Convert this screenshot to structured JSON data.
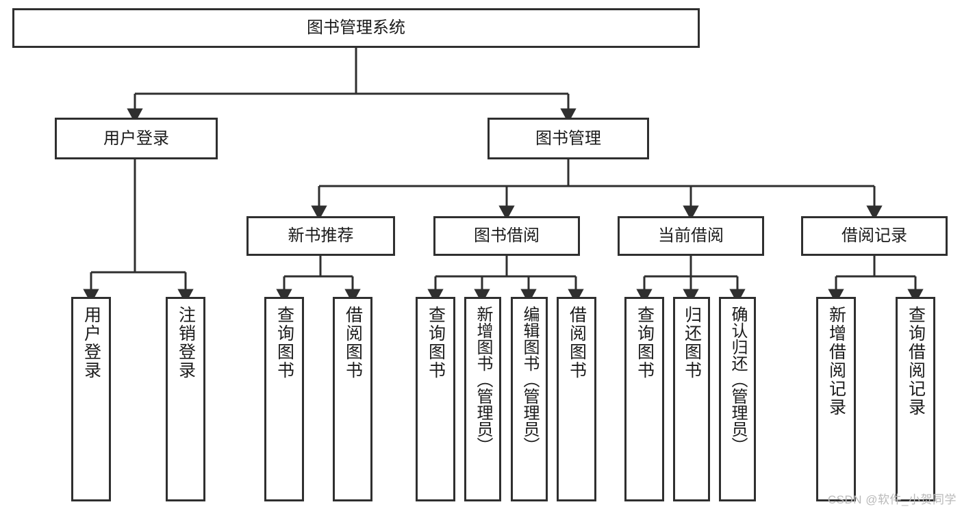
{
  "diagram": {
    "type": "tree",
    "title": "图书管理系统",
    "style": {
      "box_border_color": "#2f2f2f",
      "box_fill_color": "#ffffff",
      "line_color": "#2f2f2f",
      "text_color": "#1b1b1b",
      "background": "#ffffff"
    },
    "root": {
      "label": "图书管理系统"
    },
    "level1": [
      {
        "label": "用户登录"
      },
      {
        "label": "图书管理"
      }
    ],
    "level2": [
      {
        "label": "新书推荐"
      },
      {
        "label": "图书借阅"
      },
      {
        "label": "当前借阅"
      },
      {
        "label": "借阅记录"
      }
    ],
    "leaves": {
      "user_login": [
        {
          "label": "用户登录"
        },
        {
          "label": "注销登录"
        }
      ],
      "new_book_recommend": [
        {
          "label": "查询图书"
        },
        {
          "label": "借阅图书"
        }
      ],
      "book_borrow": [
        {
          "label": "查询图书"
        },
        {
          "label": "新增图书（管理员）"
        },
        {
          "label": "编辑图书（管理员）"
        },
        {
          "label": "借阅图书"
        }
      ],
      "current_borrow": [
        {
          "label": "查询图书"
        },
        {
          "label": "归还图书"
        },
        {
          "label": "确认归还（管理员）"
        }
      ],
      "borrow_records": [
        {
          "label": "新增借阅记录"
        },
        {
          "label": "查询借阅记录"
        }
      ]
    }
  },
  "watermark": {
    "text": "CSDN @软件_小贺同学"
  }
}
